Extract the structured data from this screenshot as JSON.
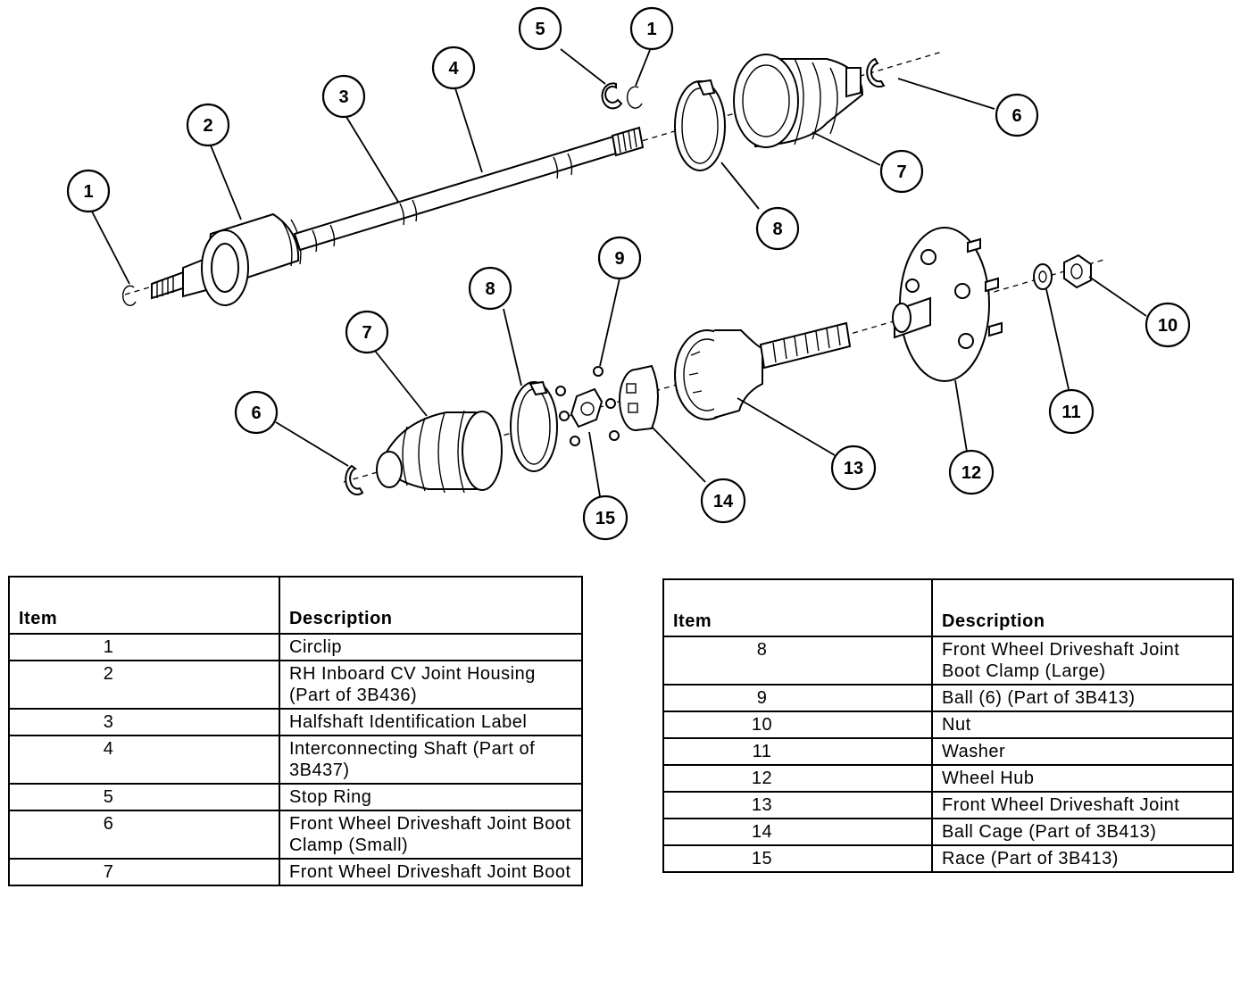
{
  "callouts": [
    {
      "label": "1",
      "ref": "left"
    },
    {
      "label": "2"
    },
    {
      "label": "3"
    },
    {
      "label": "4"
    },
    {
      "label": "5"
    },
    {
      "label": "1",
      "ref": "top"
    },
    {
      "label": "6",
      "ref": "top"
    },
    {
      "label": "7",
      "ref": "top"
    },
    {
      "label": "8",
      "ref": "top"
    },
    {
      "label": "9"
    },
    {
      "label": "8",
      "ref": "bottom"
    },
    {
      "label": "7",
      "ref": "bottom"
    },
    {
      "label": "6",
      "ref": "bottom"
    },
    {
      "label": "10"
    },
    {
      "label": "11"
    },
    {
      "label": "12"
    },
    {
      "label": "13"
    },
    {
      "label": "14"
    },
    {
      "label": "15"
    }
  ],
  "table_left": {
    "header_item": "Item",
    "header_description": "Description",
    "rows": [
      {
        "item": "1",
        "description": "Circlip"
      },
      {
        "item": "2",
        "description": "RH Inboard CV Joint Housing (Part of 3B436)"
      },
      {
        "item": "3",
        "description": "Halfshaft Identification Label"
      },
      {
        "item": "4",
        "description": "Interconnecting Shaft (Part of 3B437)"
      },
      {
        "item": "5",
        "description": "Stop Ring"
      },
      {
        "item": "6",
        "description": "Front Wheel Driveshaft Joint Boot Clamp (Small)"
      },
      {
        "item": "7",
        "description": "Front Wheel Driveshaft Joint Boot"
      }
    ]
  },
  "table_right": {
    "header_item": "Item",
    "header_description": "Description",
    "rows": [
      {
        "item": "8",
        "description": "Front Wheel Driveshaft Joint Boot Clamp (Large)"
      },
      {
        "item": "9",
        "description": "Ball (6) (Part of 3B413)"
      },
      {
        "item": "10",
        "description": "Nut"
      },
      {
        "item": "11",
        "description": "Washer"
      },
      {
        "item": "12",
        "description": "Wheel Hub"
      },
      {
        "item": "13",
        "description": "Front Wheel Driveshaft Joint"
      },
      {
        "item": "14",
        "description": "Ball Cage (Part of 3B413)"
      },
      {
        "item": "15",
        "description": "Race (Part of 3B413)"
      }
    ]
  }
}
